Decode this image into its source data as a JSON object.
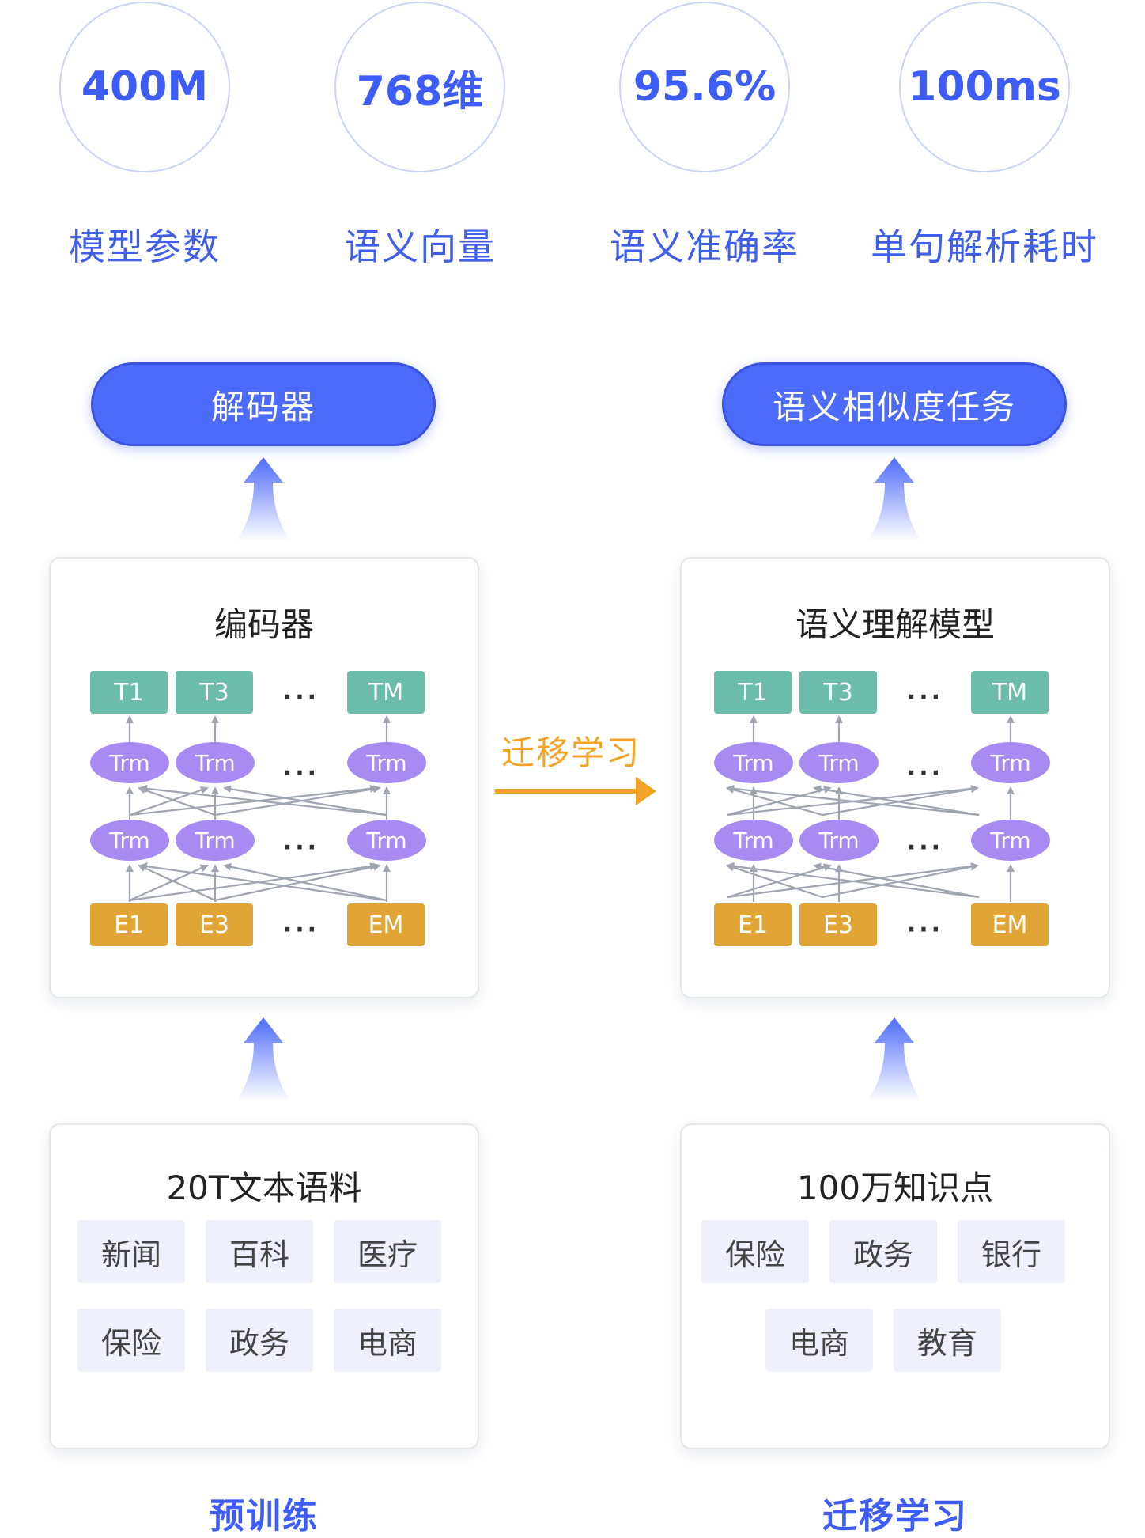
{
  "stats": [
    {
      "value": "400M",
      "label": "模型参数"
    },
    {
      "value": "768维",
      "label": "语义向量"
    },
    {
      "value": "95.6%",
      "label": "语义准确率"
    },
    {
      "value": "100ms",
      "label": "单句解析耗时"
    }
  ],
  "left": {
    "top_button": "解码器",
    "model_title": "编码器",
    "corpus_title": "20T文本语料",
    "chips": [
      "新闻",
      "百科",
      "医疗",
      "保险",
      "政务",
      "电商"
    ],
    "stage": "预训练"
  },
  "right": {
    "top_button": "语义相似度任务",
    "model_title": "语义理解模型",
    "corpus_title": "100万知识点",
    "chips": [
      "保险",
      "政务",
      "银行",
      "电商",
      "教育"
    ],
    "stage": "迁移学习"
  },
  "transfer_label": "迁移学习",
  "network": {
    "t_tokens": [
      "T1",
      "T3",
      "TM"
    ],
    "e_tokens": [
      "E1",
      "E3",
      "EM"
    ],
    "trm": "Trm",
    "ellipsis": "···"
  },
  "colors": {
    "accent": "#4d6bfa",
    "stat_text": "#3e5df6",
    "t_token": "#6bbdaa",
    "e_token": "#e0a534",
    "trm": "#a78bf3",
    "transfer": "#f5a326"
  }
}
